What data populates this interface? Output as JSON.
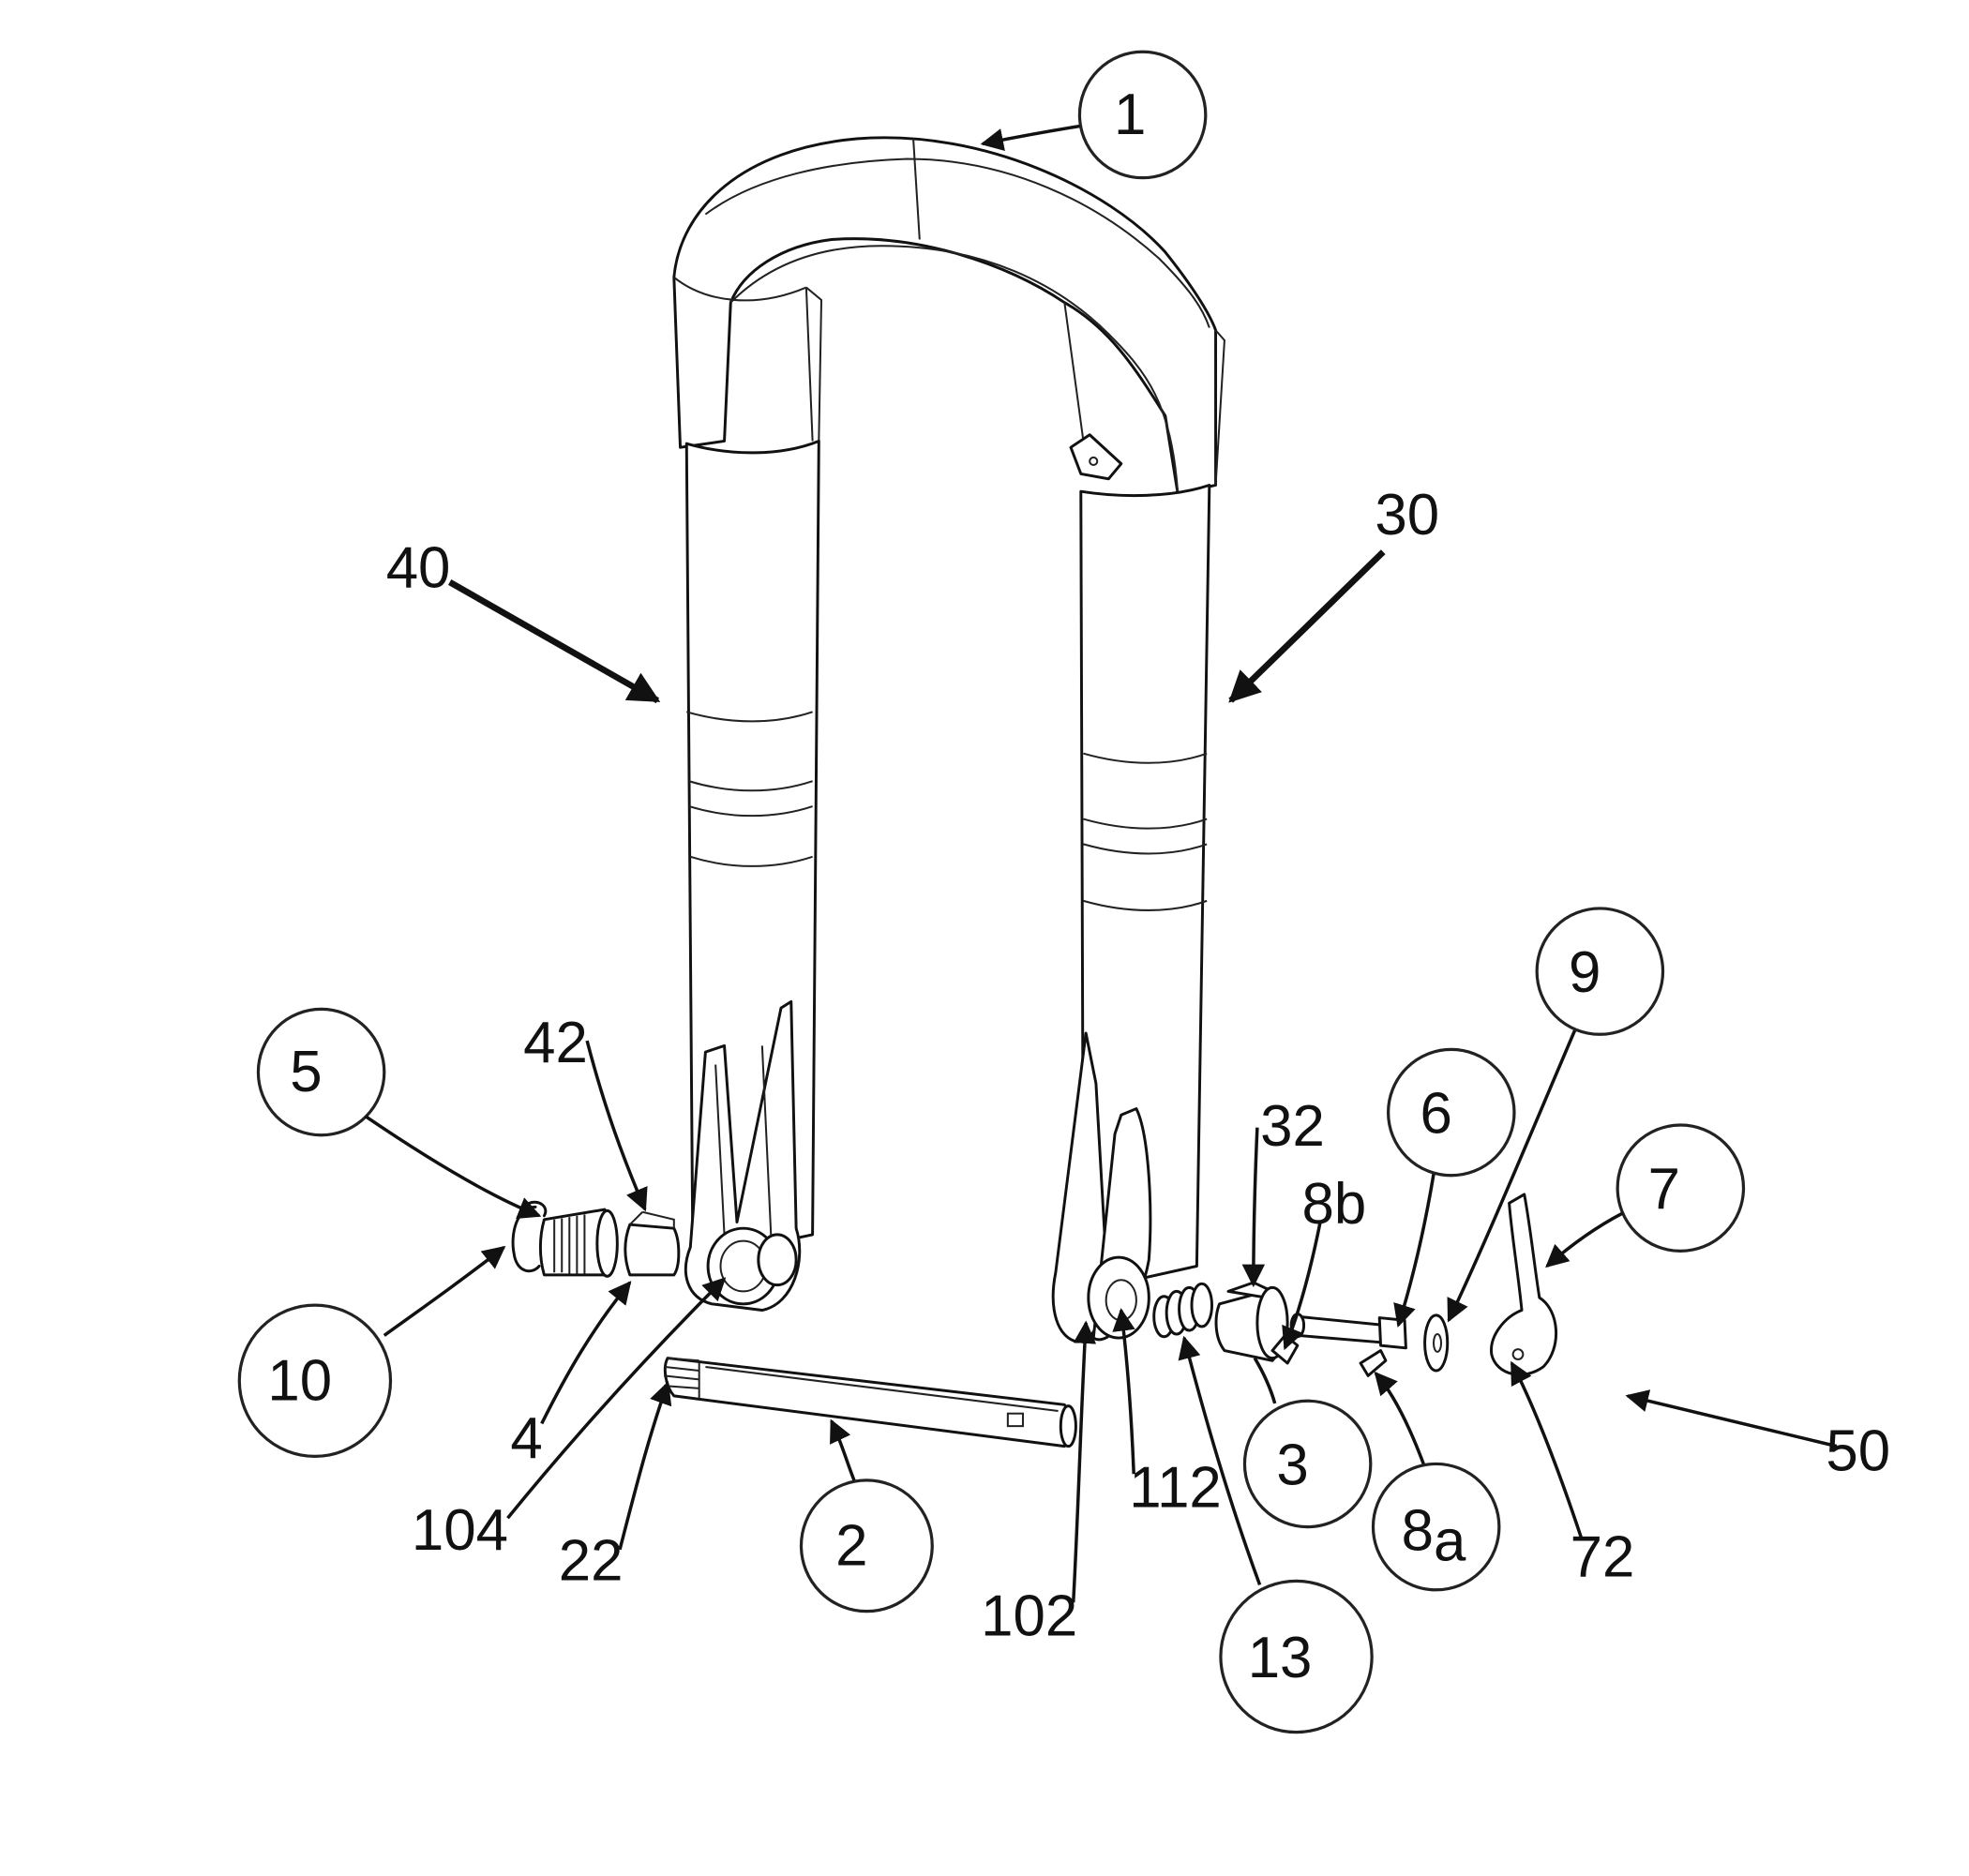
{
  "figure": {
    "background": "#ffffff",
    "ink": "#111111"
  },
  "labels": {
    "p1": "1",
    "p2": "2",
    "p3": "3",
    "p4": "4",
    "p5": "5",
    "p6": "6",
    "p7": "7",
    "p8a_main": "8",
    "p8a_sub": "a",
    "p8b": "8b",
    "p9": "9",
    "p10": "10",
    "p13": "13",
    "p22": "22",
    "p30": "30",
    "p32": "32",
    "p40": "40",
    "p42": "42",
    "p50": "50",
    "p72": "72",
    "p102": "102",
    "p104": "104",
    "p112": "112"
  },
  "icons": {
    "arrowhead": "arrowhead-icon"
  }
}
